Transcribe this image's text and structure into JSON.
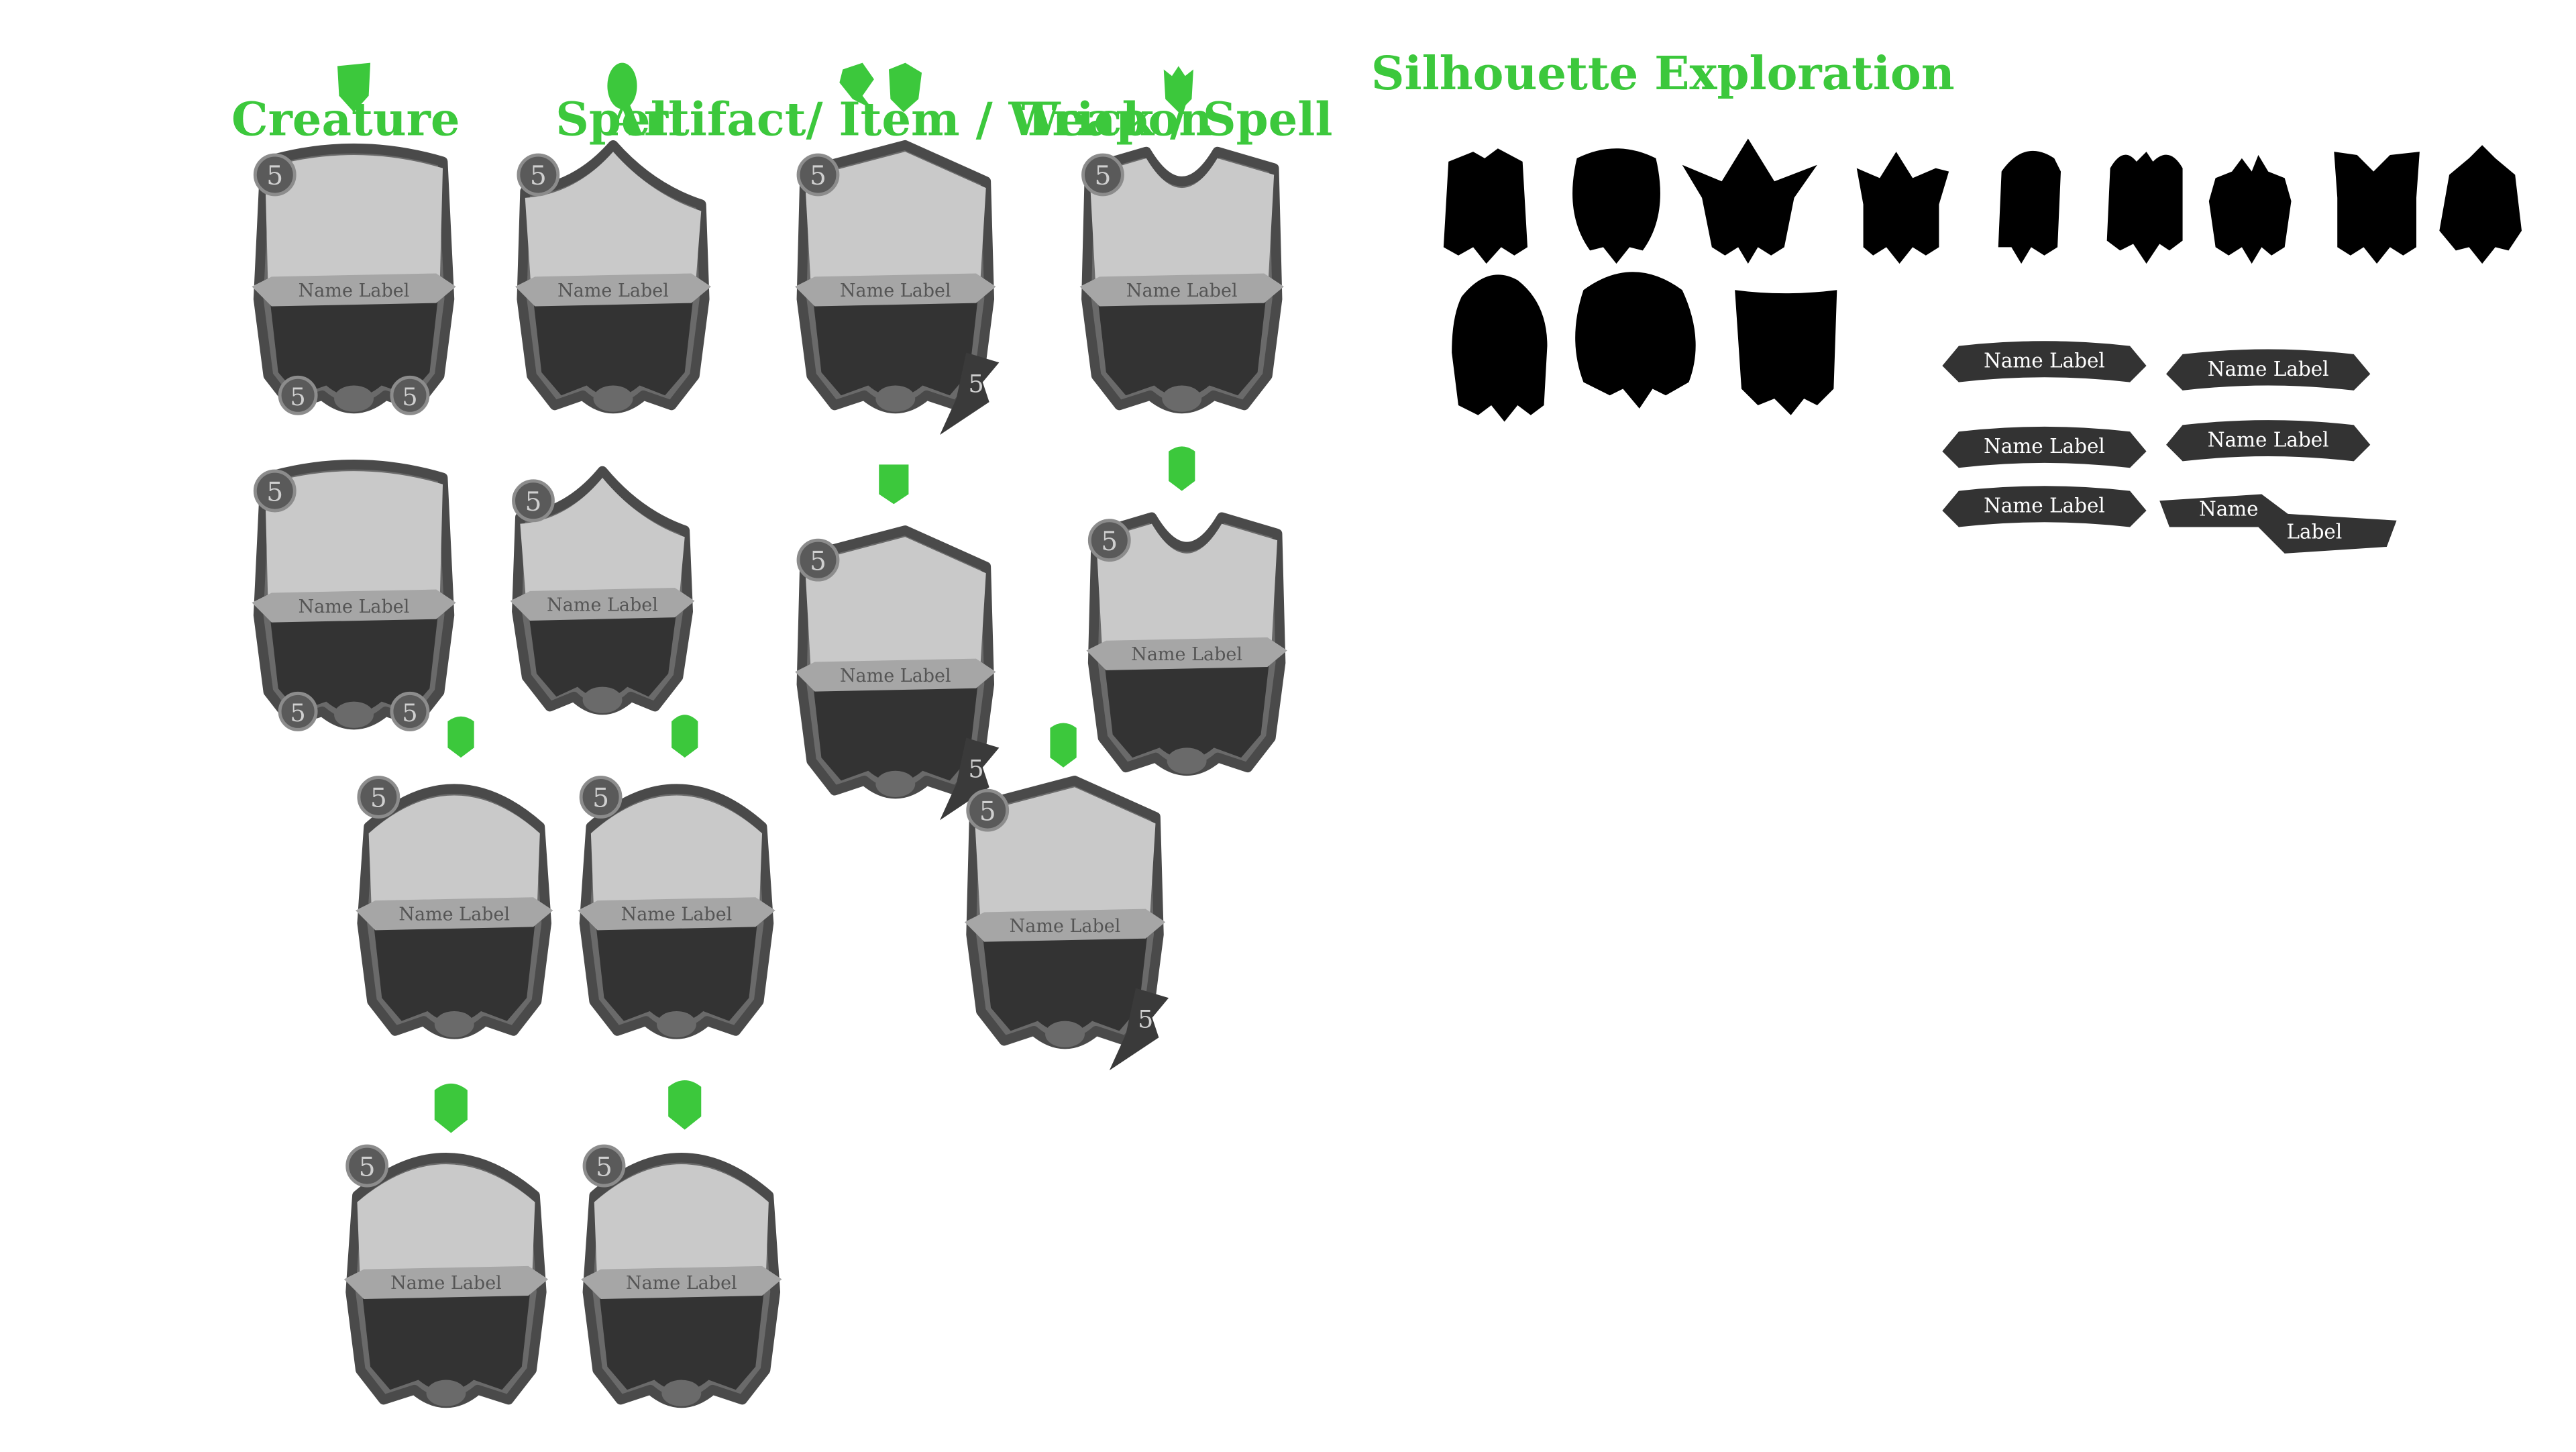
{
  "colors": {
    "background": "#ffffff",
    "accent_green": "#3cc83c",
    "frame_outer": "#6a6a6a",
    "frame_inner": "#4a4a4a",
    "art_fill": "#c9c9c9",
    "body_fill": "#333333",
    "banner_fill": "#a6a6a6",
    "banner_text": "#555555",
    "cost_badge": "#5a5a5a",
    "silhouette": "#000000",
    "banner_dark": "#333333"
  },
  "categories": [
    {
      "label": "Creature",
      "icon": "creature-shield-icon"
    },
    {
      "label": "Spell",
      "icon": "spell-oval-icon"
    },
    {
      "label": "Artifact/ Item / Weapon",
      "icon": "artifact-item-icon"
    },
    {
      "label": "Trick / Spell",
      "icon": "trick-crest-icon"
    }
  ],
  "section_title": "Silhouette Exploration",
  "cost_value": "5",
  "name_label": "Name Label",
  "banner_variants": [
    {
      "line1": "Name Label"
    },
    {
      "line1": "Name Label"
    },
    {
      "line1": "Name Label"
    },
    {
      "line1": "Name Label"
    },
    {
      "line1": "Name Label"
    },
    {
      "line1": "Name",
      "line2": "Label"
    }
  ],
  "card_frames": [
    {
      "id": "creature-1",
      "type": "creature"
    },
    {
      "id": "spell-1",
      "type": "spell"
    },
    {
      "id": "artifact-1",
      "type": "artifact"
    },
    {
      "id": "trick-1",
      "type": "trick"
    },
    {
      "id": "creature-2",
      "type": "creature"
    },
    {
      "id": "spell-2",
      "type": "spell"
    },
    {
      "id": "artifact-2",
      "type": "artifact"
    },
    {
      "id": "trick-2",
      "type": "trick"
    },
    {
      "id": "variant-3",
      "type": "round"
    },
    {
      "id": "variant-4",
      "type": "round"
    },
    {
      "id": "artifact-3",
      "type": "artifact"
    },
    {
      "id": "variant-5",
      "type": "round"
    },
    {
      "id": "variant-6",
      "type": "round"
    }
  ],
  "silhouette_count": 12
}
